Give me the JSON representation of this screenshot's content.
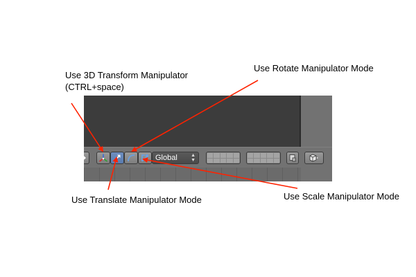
{
  "annotations": {
    "transform_line1": "Use 3D Transform Manipulator",
    "transform_line2": "(CTRL+space)",
    "rotate": "Use Rotate Manipulator Mode",
    "translate": "Use Translate Manipulator Mode",
    "scale": "Use Scale Manipulator Mode"
  },
  "toolbar": {
    "orientation_value": "Global"
  },
  "icons": {
    "mode": "mode-icon",
    "manip_3d": "transform-manipulator-icon",
    "translate": "translate-arrow-icon",
    "rotate": "rotate-arc-icon",
    "scale": "scale-icon",
    "lock": "layer-lock-icon",
    "render": "render-cube-icon"
  },
  "colors": {
    "annotation_arrow": "#ff2200",
    "viewport_bg": "#3c3c3c",
    "header_bg": "#727272",
    "active_button": "#5a7cb0"
  }
}
